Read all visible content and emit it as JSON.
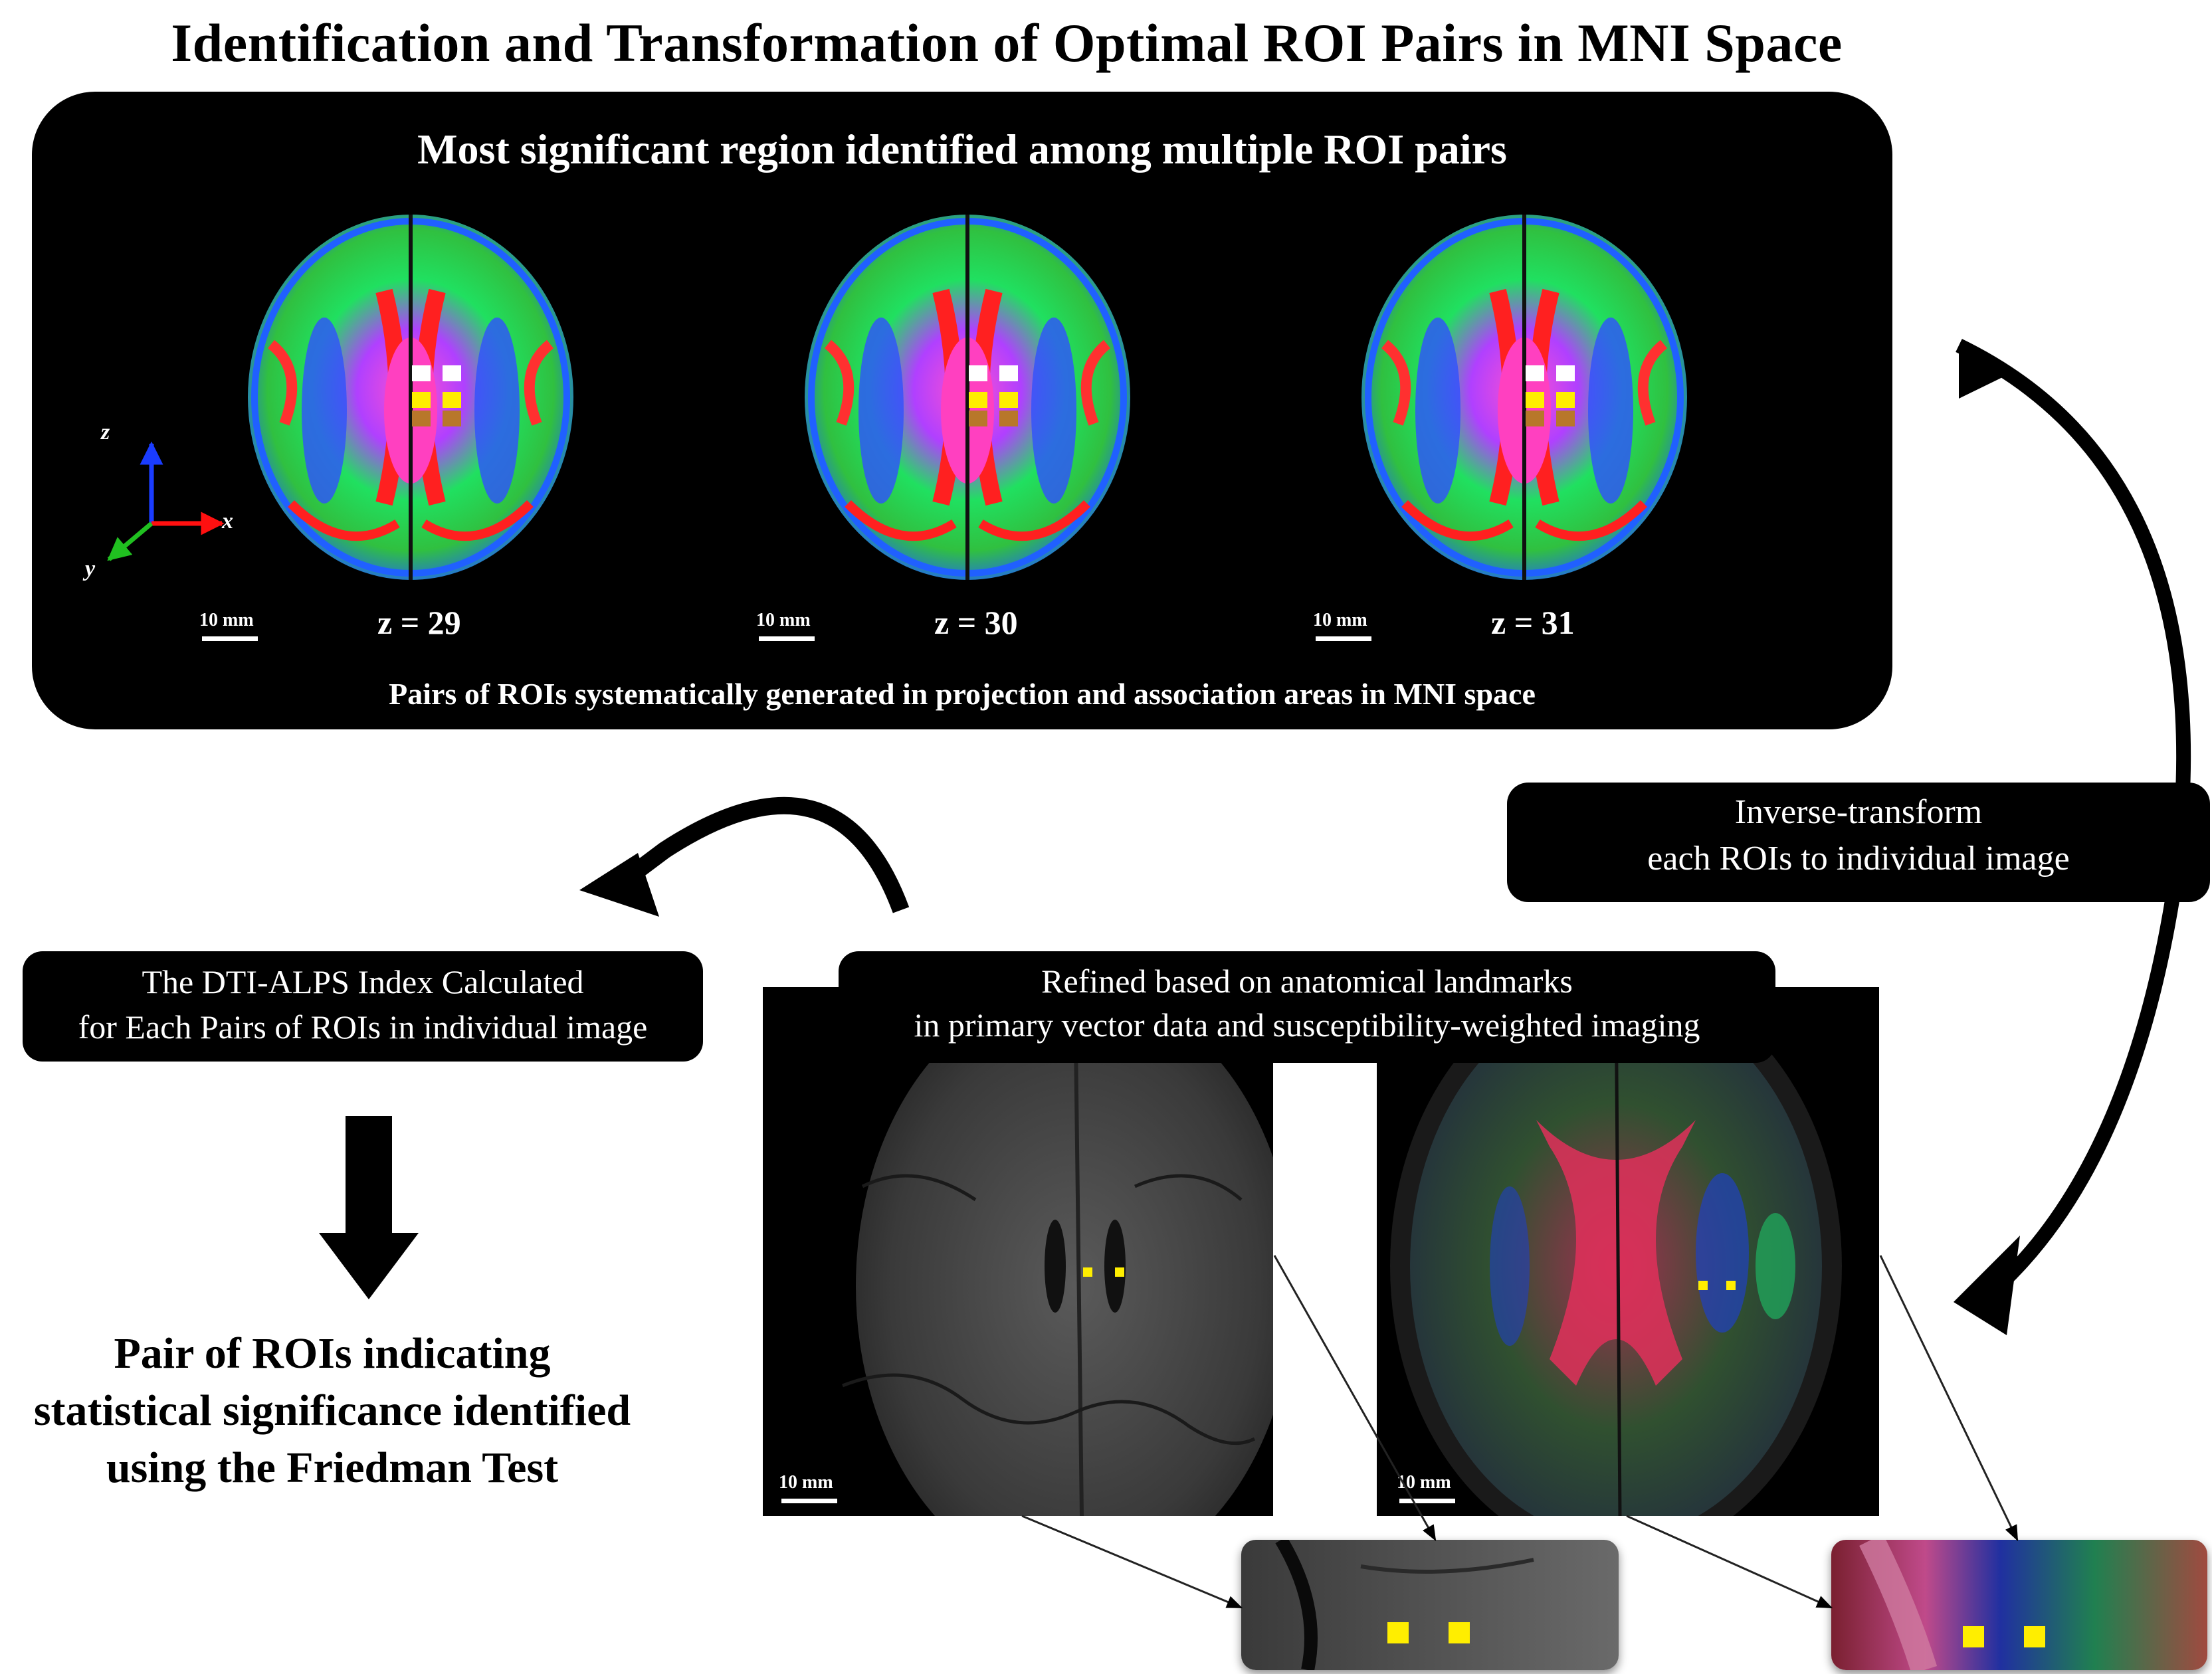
{
  "title": "Identification and Transformation of Optimal ROI Pairs in MNI Space",
  "top_panel": {
    "title": "Most significant region identified among multiple ROI pairs",
    "caption": "Pairs of ROIs systematically generated in projection and association areas in MNI space",
    "slices": [
      {
        "label": "z = 29",
        "scale": "10 mm"
      },
      {
        "label": "z = 30",
        "scale": "10 mm"
      },
      {
        "label": "z = 31",
        "scale": "10 mm"
      }
    ],
    "axes": {
      "z": "z",
      "x": "x",
      "y": "y"
    }
  },
  "inverse_box": {
    "line1": "Inverse-transform",
    "line2": "each ROIs to individual image"
  },
  "dti_box": {
    "line1": "The DTI-ALPS Index Calculated",
    "line2": "for Each Pairs of ROIs in individual image"
  },
  "refined_box": {
    "line1": "Refined based on anatomical landmarks",
    "line2": "in primary vector data and susceptibility-weighted imaging"
  },
  "result": {
    "line1": "Pair of ROIs indicating",
    "line2": "statistical significance identified",
    "line3": "using the Friedman Test"
  },
  "individual_images": [
    {
      "scale": "10 mm"
    },
    {
      "scale": "10 mm"
    }
  ],
  "colors": {
    "panel": "#000000",
    "roi_white": "#ffffff",
    "roi_yellow": "#ffee00",
    "roi_brown": "#b8772a",
    "axis_z": "#1a3cff",
    "axis_x": "#ff1010",
    "axis_y": "#20c020"
  }
}
